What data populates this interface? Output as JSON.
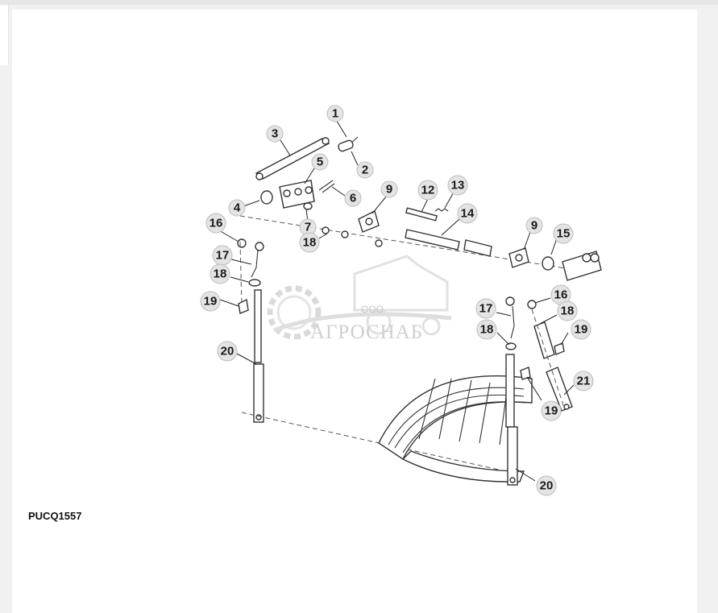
{
  "figure": {
    "code": "PUCQ1557",
    "callouts": [
      {
        "label": "1"
      },
      {
        "label": "2"
      },
      {
        "label": "3"
      },
      {
        "label": "4"
      },
      {
        "label": "5"
      },
      {
        "label": "6"
      },
      {
        "label": "7"
      },
      {
        "label": "9"
      },
      {
        "label": "12"
      },
      {
        "label": "13"
      },
      {
        "label": "14"
      },
      {
        "label": "9"
      },
      {
        "label": "15"
      },
      {
        "label": "16"
      },
      {
        "label": "18"
      },
      {
        "label": "17"
      },
      {
        "label": "18"
      },
      {
        "label": "19"
      },
      {
        "label": "20"
      },
      {
        "label": "16"
      },
      {
        "label": "17"
      },
      {
        "label": "18"
      },
      {
        "label": "18"
      },
      {
        "label": "19"
      },
      {
        "label": "21"
      },
      {
        "label": "19"
      },
      {
        "label": "20"
      }
    ]
  },
  "watermark": {
    "line1": "ООО",
    "line2": "АГРОСНАБ"
  },
  "colors": {
    "background": "#f1f1f1",
    "card": "#ffffff",
    "callout_fill": "#e4e4e4",
    "watermark": "#c8c8c8"
  }
}
